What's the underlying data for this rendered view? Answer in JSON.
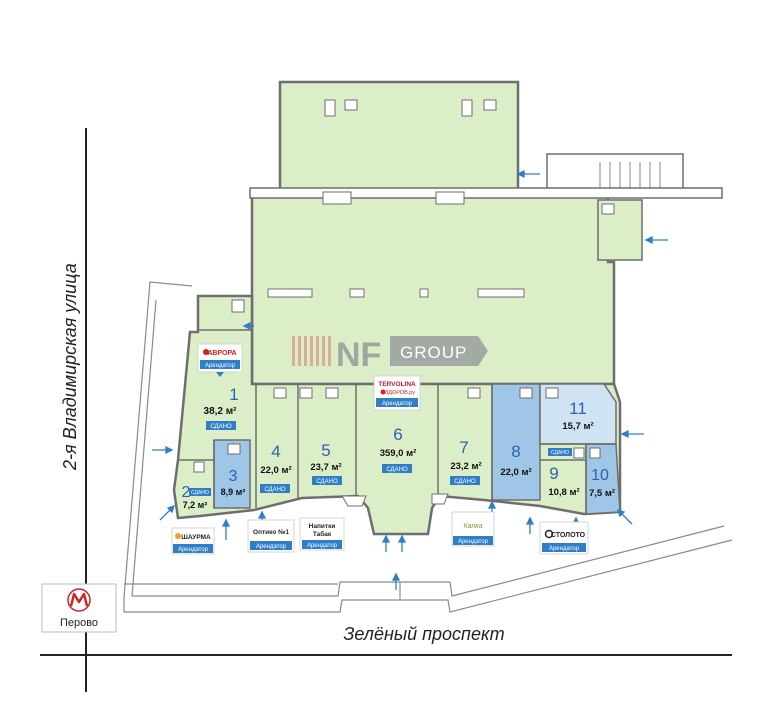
{
  "streets": {
    "vertical": "2-я Владимирская улица",
    "horizontal": "Зелёный проспект"
  },
  "metro": {
    "label": "Перово",
    "icon": "metro-m-icon"
  },
  "brand": {
    "mark": "NF",
    "word": "GROUP"
  },
  "badges": {
    "sold": "СДАНО",
    "tenant": "Арендатор"
  },
  "tenants": {
    "avrora": "АВРОРА",
    "tervolina": "TERVOLINA",
    "zdorov": "ЗДОРОВ.ру",
    "shaurma": "ШАУРМА",
    "optiko": "Оптико №1",
    "napitki_1": "Напитки",
    "napitki_2": "Табак",
    "kapka": "Капка",
    "stoloto": "СТОЛОТО"
  },
  "units": [
    {
      "num": "1",
      "area": "38,2 м²"
    },
    {
      "num": "2",
      "area": "7,2 м²"
    },
    {
      "num": "3",
      "area": "8,9 м²"
    },
    {
      "num": "4",
      "area": "22,0 м²"
    },
    {
      "num": "5",
      "area": "23,7 м²"
    },
    {
      "num": "6",
      "area": "359,0 м²"
    },
    {
      "num": "7",
      "area": "23,2 м²"
    },
    {
      "num": "8",
      "area": "22,0 м²"
    },
    {
      "num": "9",
      "area": "10,8 м²"
    },
    {
      "num": "10",
      "area": "7,5 м²"
    },
    {
      "num": "11",
      "area": "15,7 м²"
    }
  ],
  "colors": {
    "rented": "#dbeec8",
    "available_dark": "#9fc6e6",
    "available_light": "#cfe3f3",
    "badge_blue": "#2f7fc8",
    "unit_number": "#2f62b0",
    "wall": "#6e6e6e"
  }
}
